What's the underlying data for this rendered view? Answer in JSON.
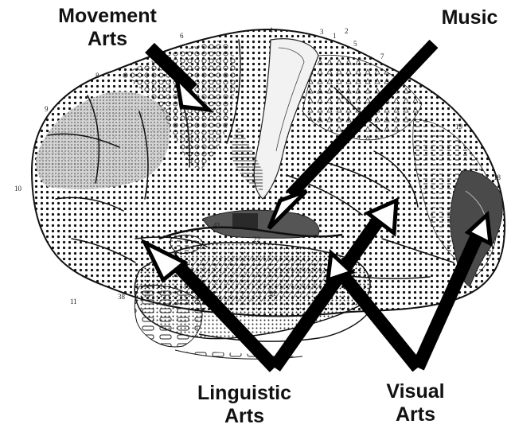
{
  "labels": {
    "movement": [
      "Movement",
      "Arts"
    ],
    "music": [
      "Music"
    ],
    "linguistic": [
      "Linguistic",
      "Arts"
    ],
    "visual": [
      "Visual",
      "Arts"
    ]
  },
  "area_numbers": [
    "4",
    "3",
    "1",
    "2",
    "5",
    "6",
    "7",
    "8",
    "9",
    "10",
    "11",
    "18",
    "19",
    "38",
    "21",
    "22",
    "41"
  ],
  "colors": {
    "ink": "#111111",
    "paper": "#ffffff",
    "shade": "#6a6a6a",
    "dark": "#3a3a3a"
  }
}
